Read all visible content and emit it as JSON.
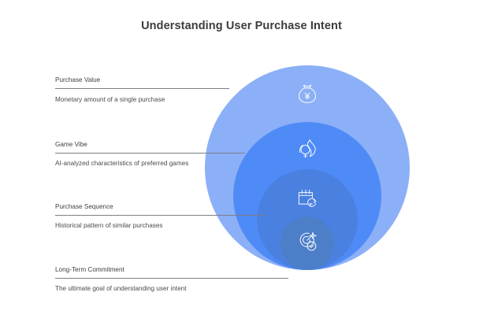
{
  "title": "Understanding User Purchase Intent",
  "colors": {
    "background": "#ffffff",
    "title_text": "#3c3c3c",
    "label_text": "#3f3f3f",
    "desc_text": "#4a4a4a",
    "leader_line": "#7b7f86",
    "ring_1": "#8cb0f7",
    "ring_2": "#4f8bf7",
    "ring_3": "#4a80e0",
    "ring_4": "#4d7fc9",
    "icon_stroke": "#ffffff"
  },
  "chart_data": {
    "type": "nested-circles",
    "title": "Understanding User Purchase Intent",
    "orientation": "bottom-aligned concentric circles, largest outermost",
    "levels": [
      {
        "index": 1,
        "label": "Purchase Value",
        "description": "Monetary amount of a single purchase",
        "icon": "money-bag-yen-icon",
        "color": "#8cb0f7",
        "relative_size": 1.0
      },
      {
        "index": 2,
        "label": "Game Vibe",
        "description": "AI-analyzed characteristics of preferred games",
        "icon": "flame-insight-icon",
        "color": "#4f8bf7",
        "relative_size": 0.72
      },
      {
        "index": 3,
        "label": "Purchase Sequence",
        "description": "Historical pattern of similar purchases",
        "icon": "calendar-refresh-icon",
        "color": "#4a80e0",
        "relative_size": 0.49
      },
      {
        "index": 4,
        "label": "Long-Term Commitment",
        "description": "The ultimate goal of understanding user intent",
        "icon": "target-check-icon",
        "color": "#4d7fc9",
        "relative_size": 0.26
      }
    ]
  }
}
